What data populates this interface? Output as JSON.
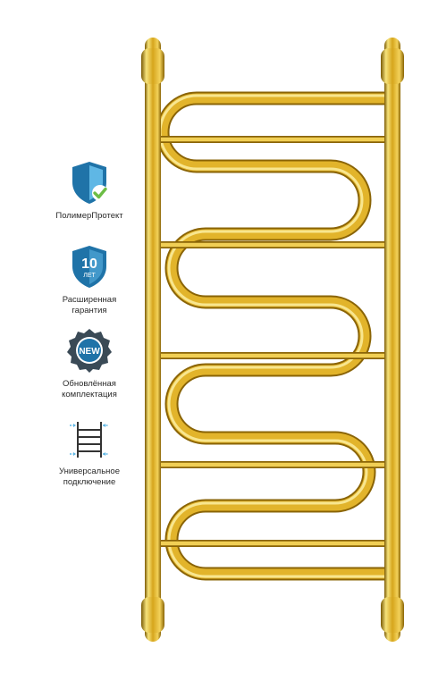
{
  "features": [
    {
      "icon": "shield-check-icon",
      "label": "ПолимерПротект"
    },
    {
      "icon": "shield-10-years-icon",
      "label": "Расширенная\nгарантия",
      "badge_number": "10",
      "badge_text": "ЛЕТ"
    },
    {
      "icon": "new-badge-icon",
      "label": "Обновлённая\nкомплектация",
      "badge_text": "NEW"
    },
    {
      "icon": "ladder-connection-icon",
      "label": "Универсальное\nподключение"
    }
  ],
  "colors": {
    "shield_blue": "#1f73a8",
    "shield_light": "#5fb7e5",
    "check_green": "#6cbd45",
    "gold": "#d9a81d",
    "new_dark": "#3a4a56"
  }
}
